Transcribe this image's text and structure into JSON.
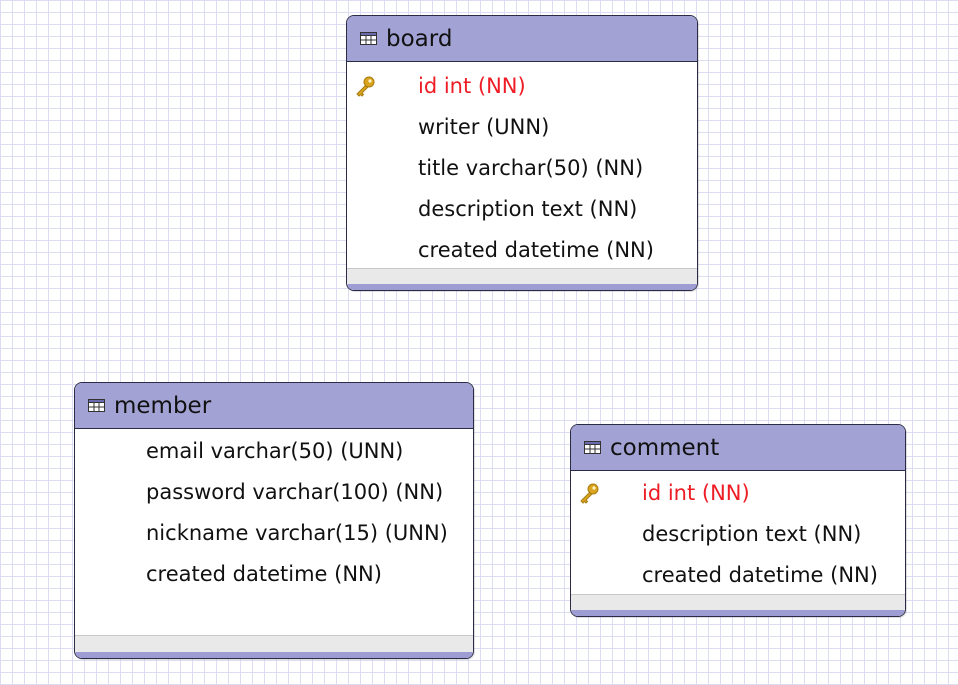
{
  "diagram": {
    "entities": [
      {
        "name": "board",
        "columns": [
          {
            "text": "id int (NN)",
            "primary_key": true
          },
          {
            "text": "writer  (UNN)",
            "primary_key": false
          },
          {
            "text": "title varchar(50) (NN)",
            "primary_key": false
          },
          {
            "text": "description text (NN)",
            "primary_key": false
          },
          {
            "text": "created datetime (NN)",
            "primary_key": false
          }
        ]
      },
      {
        "name": "member",
        "columns": [
          {
            "text": "email varchar(50) (UNN)",
            "primary_key": false
          },
          {
            "text": "password varchar(100) (NN)",
            "primary_key": false
          },
          {
            "text": "nickname varchar(15) (UNN)",
            "primary_key": false
          },
          {
            "text": "created datetime (NN)",
            "primary_key": false
          }
        ]
      },
      {
        "name": "comment",
        "columns": [
          {
            "text": "id int (NN)",
            "primary_key": true
          },
          {
            "text": "description text (NN)",
            "primary_key": false
          },
          {
            "text": "created datetime (NN)",
            "primary_key": false
          }
        ]
      }
    ],
    "colors": {
      "header": "#a2a2d4",
      "primary_key_text": "#ee1c25",
      "grid": "#dcdcf2",
      "key_icon": "#d9a520"
    },
    "icons": {
      "entity": "table-icon",
      "primary_key": "key-icon"
    }
  }
}
